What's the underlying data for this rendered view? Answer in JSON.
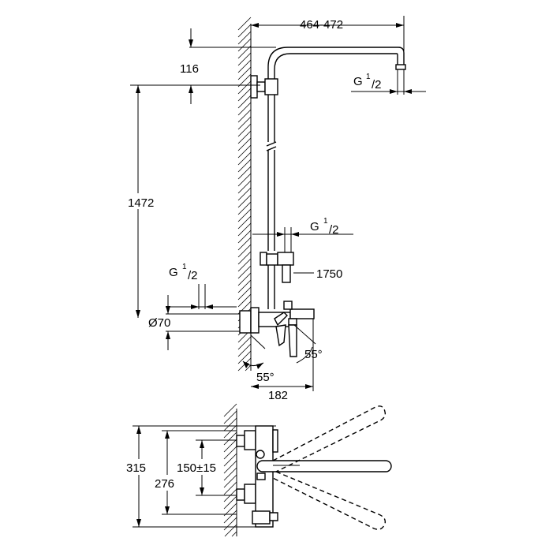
{
  "dimensions": {
    "arm_reach": "464-472",
    "top_offset": "116",
    "thread_top": "G",
    "thread_top_sup": "1",
    "thread_top_sub": "/2",
    "riser_length": "1472",
    "thread_mid": "G",
    "thread_mid_sup": "1",
    "thread_mid_sub": "/2",
    "total_height": "1750",
    "thread_inlet": "G",
    "thread_inlet_sup": "1",
    "thread_inlet_sub": "/2",
    "escutcheon_diameter": "Ø70",
    "spout_angle": "55°",
    "lever_angle": "55°",
    "projection": "182",
    "mixer_height": "315",
    "mixer_height_inner": "276",
    "inlet_spacing": "150±15"
  }
}
